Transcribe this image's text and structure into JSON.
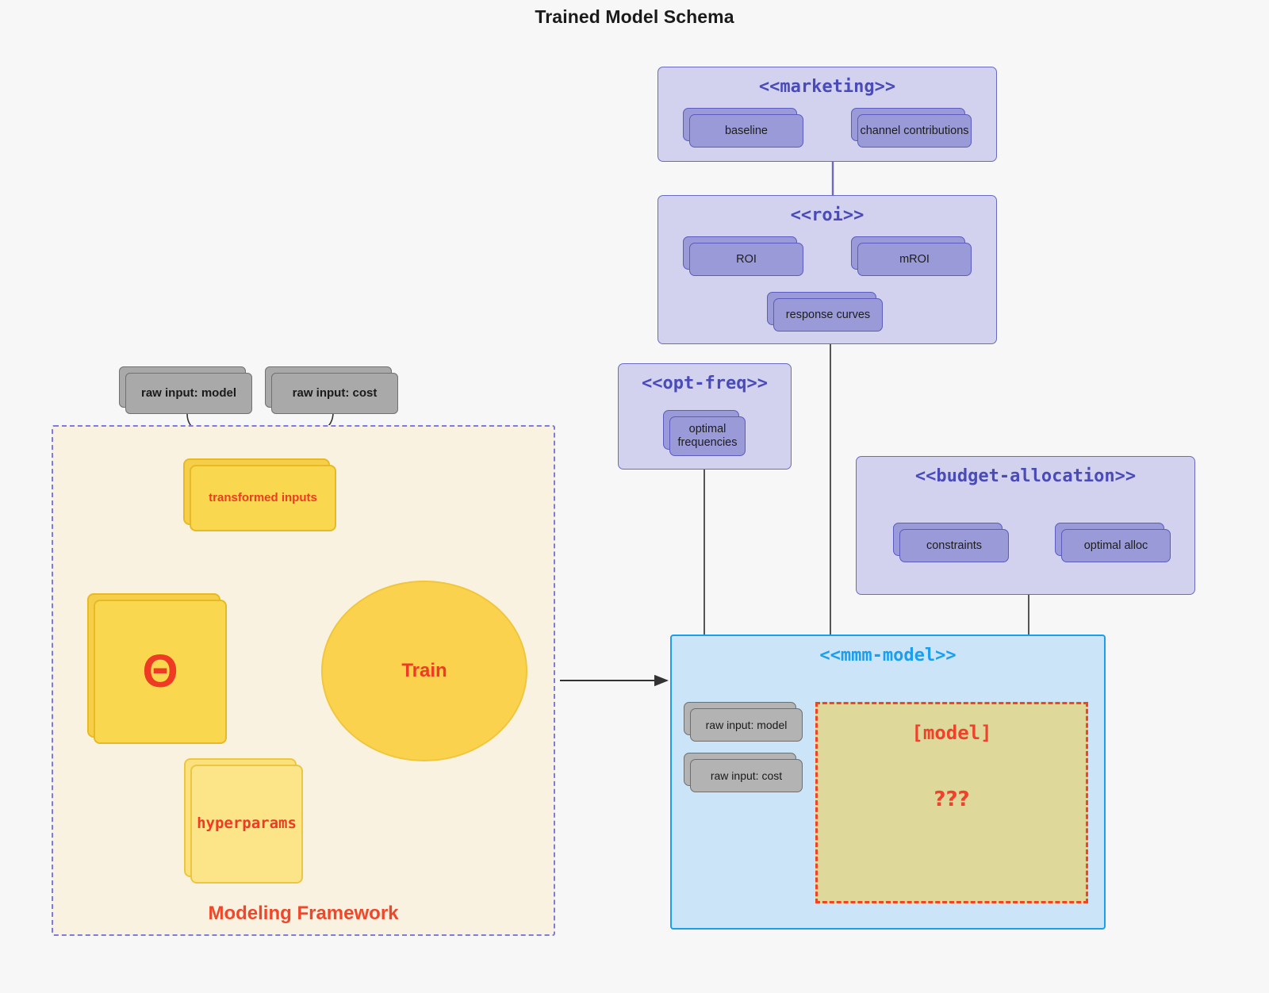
{
  "page": {
    "title": "Trained Model Schema",
    "background": "#f7f7f7"
  },
  "colors": {
    "package_fill": "#d2d2ee",
    "package_stroke": "#6a6ac4",
    "package_title": "#4a4ab8",
    "node_purple": "#9a9ad8",
    "node_grey": "#b3b3b3",
    "mmm_fill": "#cbe4f7",
    "mmm_stroke": "#1a9ff0",
    "framework_fill": "#faf2e0",
    "framework_stroke": "#7b7be0",
    "accent_red": "#ef3b24",
    "yellow": "#f9d84f",
    "yellow_light": "#fce488",
    "model_fill": "#ded89a"
  },
  "packages": [
    {
      "id": "marketing",
      "title": "<<marketing>>",
      "nodes": [
        {
          "label": "baseline"
        },
        {
          "label": "channel contributions"
        }
      ]
    },
    {
      "id": "roi",
      "title": "<<roi>>",
      "nodes": [
        {
          "label": "ROI"
        },
        {
          "label": "mROI"
        },
        {
          "label": "response curves"
        }
      ]
    },
    {
      "id": "opt-freq",
      "title": "<<opt-freq>>",
      "nodes": [
        {
          "label": "optimal\nfrequencies",
          "line1": "optimal",
          "line2": "frequencies"
        }
      ]
    },
    {
      "id": "budget-allocation",
      "title": "<<budget-allocation>>",
      "nodes": [
        {
          "label": "constraints"
        },
        {
          "label": "optimal alloc"
        }
      ]
    },
    {
      "id": "mmm-model",
      "title": "<<mmm-model>>",
      "nodes": [
        {
          "label": "raw input: model"
        },
        {
          "label": "raw input: cost"
        }
      ],
      "model_box": {
        "title": "[model]",
        "question": "???"
      }
    }
  ],
  "framework": {
    "label": "Modeling Framework",
    "raw_inputs": [
      {
        "label": "raw input: model"
      },
      {
        "label": "raw input: cost"
      }
    ],
    "transformed_inputs": {
      "label": "transformed inputs"
    },
    "theta": {
      "label": "Θ"
    },
    "hyperparams": {
      "label": "hyperparams"
    },
    "train": {
      "label": "Train"
    }
  }
}
